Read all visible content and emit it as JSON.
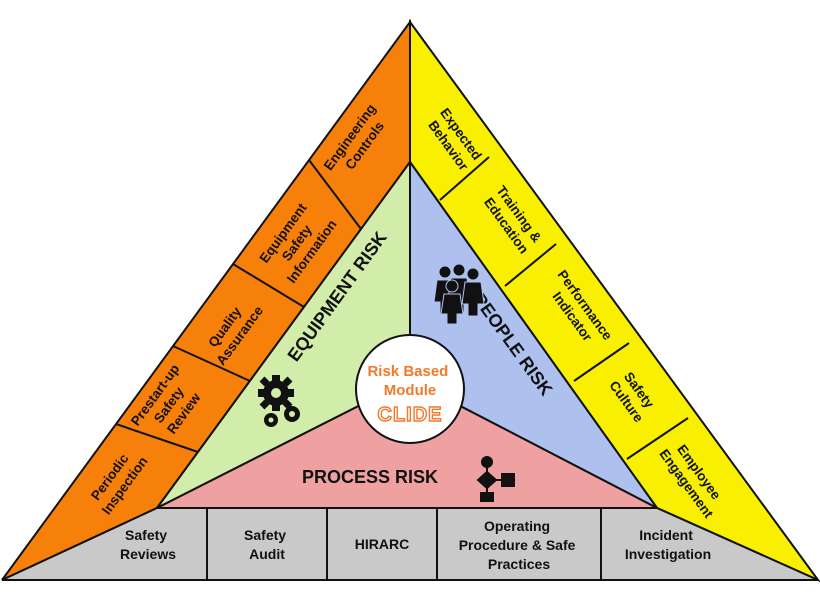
{
  "diagram": {
    "equipment_controls": [
      "Engineering Controls",
      "Equipment Safety Information",
      "Quality Assurance",
      "Prestart-up Safety Review",
      "Periodic Inspection"
    ],
    "people_controls": [
      "Expected Behavior",
      "Training & Education",
      "Performance Indicator",
      "Safety Culture",
      "Employee Engagement"
    ],
    "process_controls": [
      "Safety Reviews",
      "Safety Audit",
      "HIRARC",
      "Operating Procedure & Safe Practices",
      "Incident Investigation"
    ],
    "risks": {
      "equipment": "EQUIPMENT RISK",
      "people": "PEOPLE RISK",
      "process": "PROCESS RISK"
    },
    "center": {
      "line1": "Risk Based",
      "line2": "Module",
      "brand": "CLIDE"
    },
    "colors": {
      "equipment_band": "#f7800a",
      "people_band": "#f8f000",
      "process_band": "#c9c9c9",
      "equipment_risk": "#d2ecaa",
      "people_risk": "#adc0ee",
      "process_risk": "#efa0a0",
      "center_circle": "#ffffff",
      "accent": "#f07a2c"
    },
    "icons": {
      "equipment": "gears-icon",
      "people": "people-group-icon",
      "process": "flowchart-icon"
    }
  }
}
